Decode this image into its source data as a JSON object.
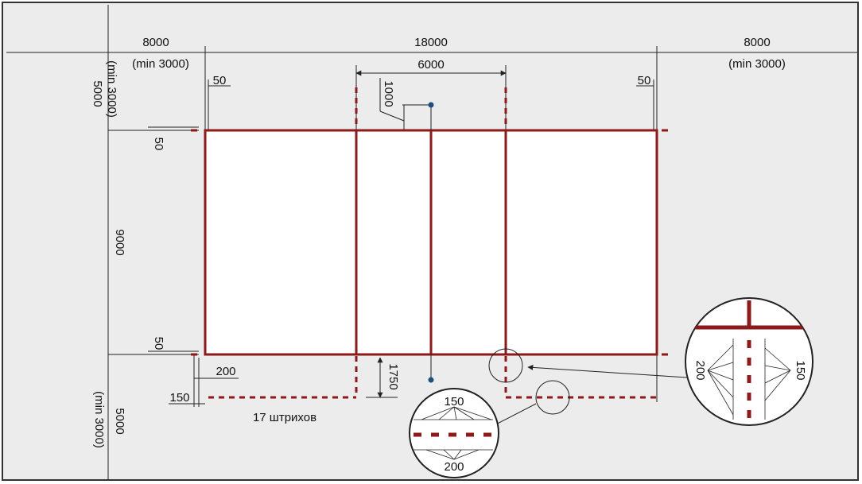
{
  "colors": {
    "background": "#ececec",
    "court": "#ffffff",
    "line": "#8b1a1a",
    "dimension": "#222222",
    "marker": "#1f4e79"
  },
  "dimensions": {
    "left_zone_length": "8000",
    "left_zone_min": "(min 3000)",
    "court_length": "18000",
    "right_zone_length": "8000",
    "right_zone_min": "(min 3000)",
    "attack_zone_span": "6000",
    "line_width_left": "50",
    "line_width_right": "50",
    "antenna_offset": "1000",
    "top_zone_width": "5000",
    "top_zone_min": "(min 3000)",
    "line_width_top": "50",
    "court_width": "9000",
    "line_width_bottom": "50",
    "bottom_zone_width": "5000",
    "bottom_zone_min": "(min 3000)",
    "dash_gap": "200",
    "dash_length": "150",
    "extension_length": "1750",
    "dash_count_note": "17 штрихов"
  },
  "detail_bottom": {
    "dash_label": "150",
    "gap_label": "200"
  },
  "detail_right": {
    "gap_label": "200",
    "dash_label": "150"
  }
}
